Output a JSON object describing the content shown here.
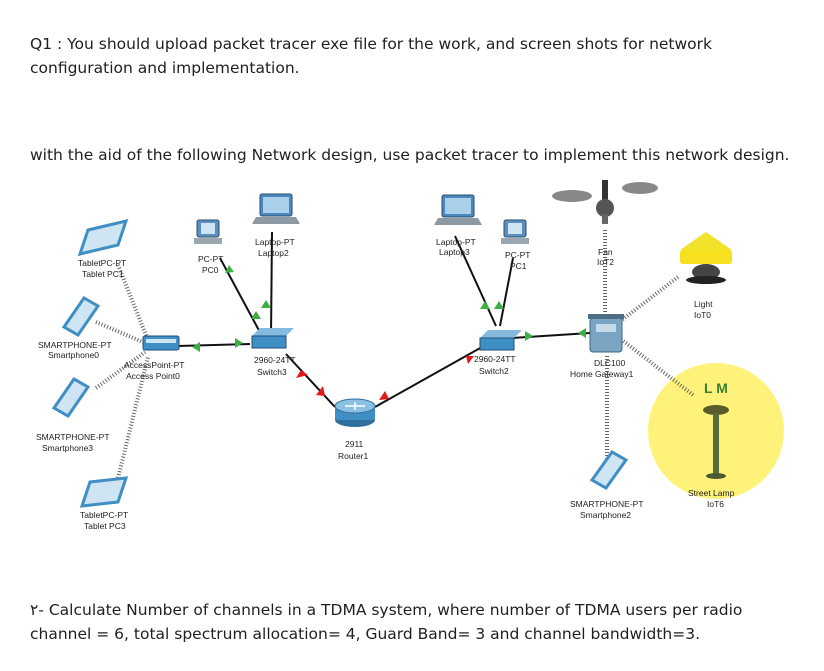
{
  "questions": {
    "q1": "Q1 : You should upload packet tracer exe file for the work, and screen shots for network configuration and implementation.",
    "q2_intro": "with the aid of the following Network design, use packet tracer to implement this network design.",
    "q3": "٢- Calculate Number of channels in a TDMA system, where number of TDMA users per radio channel = 6, total spectrum allocation= 4, Guard Band= 3 and channel bandwidth=3."
  },
  "diagram": {
    "tablet1": {
      "type": "TabletPC-PT",
      "name": "Tablet PC1"
    },
    "smartphone0": {
      "type": "SMARTPHONE-PT",
      "name": "Smartphone0"
    },
    "smartphone3": {
      "type": "SMARTPHONE-PT",
      "name": "Smartphone3"
    },
    "tablet3": {
      "type": "TabletPC-PT",
      "name": "Tablet PC3"
    },
    "pc0": {
      "type": "PC-PT",
      "name": "PC0"
    },
    "laptop2": {
      "type": "Laptop-PT",
      "name": "Laptop2"
    },
    "ap0": {
      "type": "AccessPoint-PT",
      "name": "Access Point0"
    },
    "switch3": {
      "type": "2960-24TT",
      "name": "Switch3"
    },
    "router1": {
      "type": "2911",
      "name": "Router1"
    },
    "laptop3": {
      "type": "Laptop-PT",
      "name": "Laptop3"
    },
    "pc1": {
      "type": "PC-PT",
      "name": "PC1"
    },
    "switch2": {
      "type": "2960-24TT",
      "name": "Switch2"
    },
    "fan": {
      "type": "Fan",
      "name": "IoT2"
    },
    "gateway": {
      "type": "DLC100",
      "name": "Home Gateway1"
    },
    "light": {
      "type": "Light",
      "name": "IoT0"
    },
    "streetlamp": {
      "type": "Street Lamp",
      "name": "IoT6",
      "badge": "L M"
    },
    "smartphone2": {
      "type": "SMARTPHONE-PT",
      "name": "Smartphone2"
    }
  },
  "colors": {
    "link_up": "#3cb043",
    "link_down": "#e0191b",
    "lamp_glow": "#fff27a",
    "device_blue": "#3f8fc4"
  }
}
